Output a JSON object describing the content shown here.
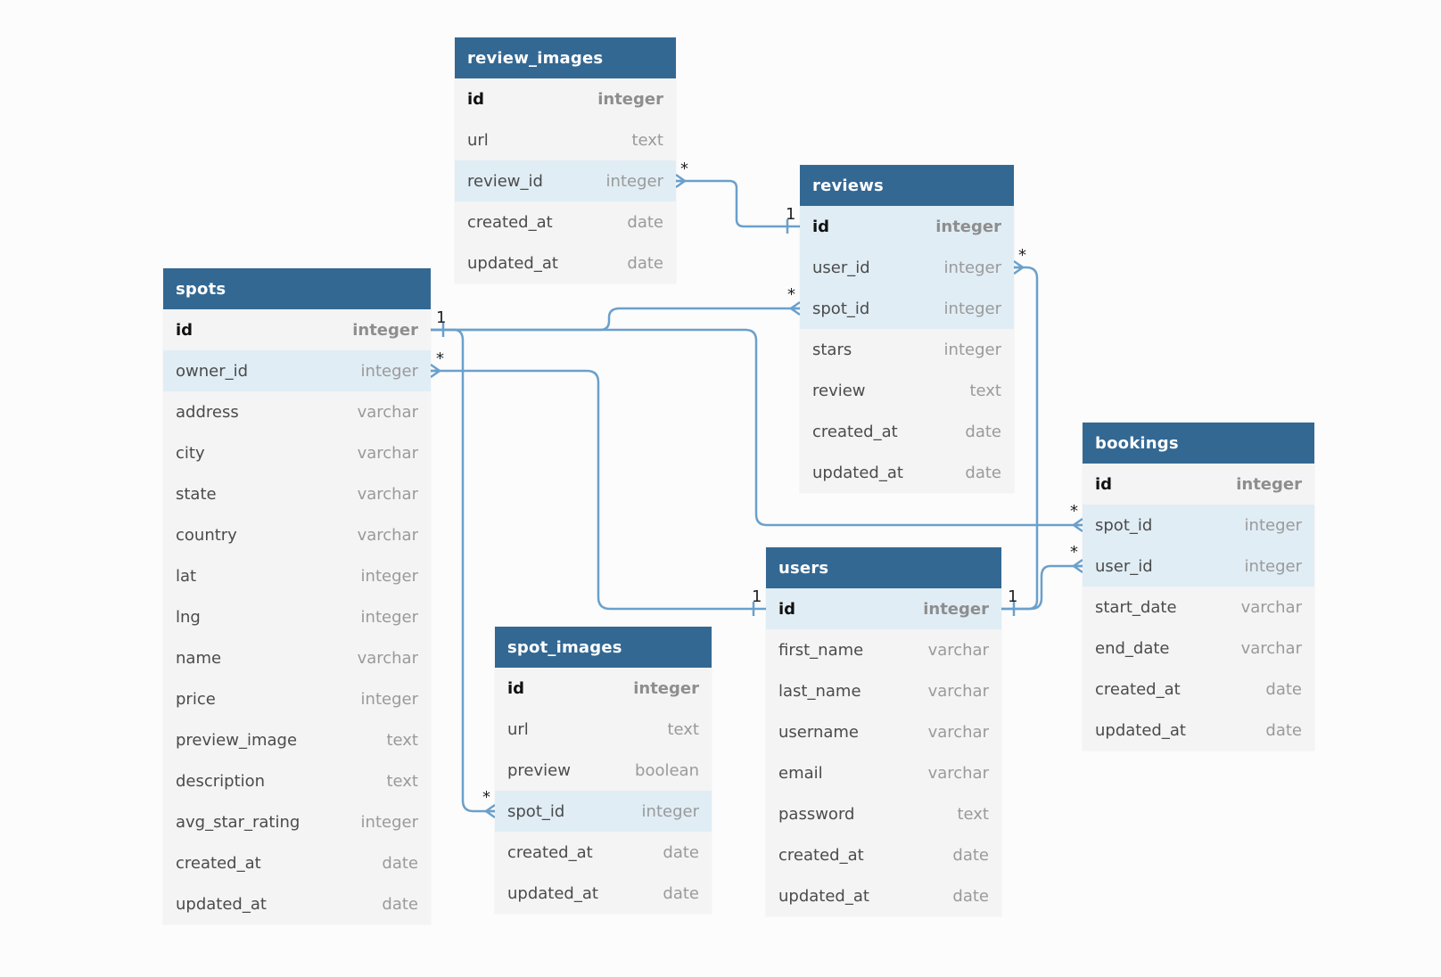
{
  "colors": {
    "header": "#336893",
    "edge": "#6aa0cc",
    "highlight": "#e0edf5",
    "body": "#f4f4f4"
  },
  "tables": [
    {
      "id": "review_images",
      "name": "review_images",
      "columns": [
        {
          "name": "id",
          "type": "integer",
          "pk": true
        },
        {
          "name": "url",
          "type": "text"
        },
        {
          "name": "review_id",
          "type": "integer",
          "fk": true
        },
        {
          "name": "created_at",
          "type": "date"
        },
        {
          "name": "updated_at",
          "type": "date"
        }
      ]
    },
    {
      "id": "reviews",
      "name": "reviews",
      "columns": [
        {
          "name": "id",
          "type": "integer",
          "pk": true,
          "hl": true
        },
        {
          "name": "user_id",
          "type": "integer",
          "fk": true
        },
        {
          "name": "spot_id",
          "type": "integer",
          "fk": true
        },
        {
          "name": "stars",
          "type": "integer"
        },
        {
          "name": "review",
          "type": "text"
        },
        {
          "name": "created_at",
          "type": "date"
        },
        {
          "name": "updated_at",
          "type": "date"
        }
      ]
    },
    {
      "id": "spots",
      "name": "spots",
      "columns": [
        {
          "name": "id",
          "type": "integer",
          "pk": true
        },
        {
          "name": "owner_id",
          "type": "integer",
          "fk": true
        },
        {
          "name": "address",
          "type": "varchar"
        },
        {
          "name": "city",
          "type": "varchar"
        },
        {
          "name": "state",
          "type": "varchar"
        },
        {
          "name": "country",
          "type": "varchar"
        },
        {
          "name": "lat",
          "type": "integer"
        },
        {
          "name": "lng",
          "type": "integer"
        },
        {
          "name": "name",
          "type": "varchar"
        },
        {
          "name": "price",
          "type": "integer"
        },
        {
          "name": "preview_image",
          "type": "text"
        },
        {
          "name": "description",
          "type": "text"
        },
        {
          "name": "avg_star_rating",
          "type": "integer"
        },
        {
          "name": "created_at",
          "type": "date"
        },
        {
          "name": "updated_at",
          "type": "date"
        }
      ]
    },
    {
      "id": "bookings",
      "name": "bookings",
      "columns": [
        {
          "name": "id",
          "type": "integer",
          "pk": true
        },
        {
          "name": "spot_id",
          "type": "integer",
          "fk": true
        },
        {
          "name": "user_id",
          "type": "integer",
          "fk": true
        },
        {
          "name": "start_date",
          "type": "varchar"
        },
        {
          "name": "end_date",
          "type": "varchar"
        },
        {
          "name": "created_at",
          "type": "date"
        },
        {
          "name": "updated_at",
          "type": "date"
        }
      ]
    },
    {
      "id": "users",
      "name": "users",
      "columns": [
        {
          "name": "id",
          "type": "integer",
          "pk": true,
          "hl": true
        },
        {
          "name": "first_name",
          "type": "varchar"
        },
        {
          "name": "last_name",
          "type": "varchar"
        },
        {
          "name": "username",
          "type": "varchar"
        },
        {
          "name": "email",
          "type": "varchar"
        },
        {
          "name": "password",
          "type": "text"
        },
        {
          "name": "created_at",
          "type": "date"
        },
        {
          "name": "updated_at",
          "type": "date"
        }
      ]
    },
    {
      "id": "spot_images",
      "name": "spot_images",
      "columns": [
        {
          "name": "id",
          "type": "integer",
          "pk": true
        },
        {
          "name": "url",
          "type": "text"
        },
        {
          "name": "preview",
          "type": "boolean"
        },
        {
          "name": "spot_id",
          "type": "integer",
          "fk": true
        },
        {
          "name": "created_at",
          "type": "date"
        },
        {
          "name": "updated_at",
          "type": "date"
        }
      ]
    }
  ],
  "relations": [
    {
      "id": "review-images-to-reviews",
      "from": "review_images.review_id",
      "to": "reviews.id",
      "from_card": "*",
      "to_card": "1"
    },
    {
      "id": "reviews-to-users",
      "from": "reviews.user_id",
      "to": "users.id",
      "from_card": "*",
      "to_card": "1"
    },
    {
      "id": "reviews-to-spots",
      "from": "reviews.spot_id",
      "to": "spots.id",
      "from_card": "*",
      "to_card": "1"
    },
    {
      "id": "spots-to-users",
      "from": "spots.owner_id",
      "to": "users.id",
      "from_card": "*",
      "to_card": "1"
    },
    {
      "id": "bookings-spot-to-spots",
      "from": "bookings.spot_id",
      "to": "spots.id",
      "from_card": "*",
      "to_card": ""
    },
    {
      "id": "bookings-user-to-users",
      "from": "bookings.user_id",
      "to": "users.id",
      "from_card": "*",
      "to_card": ""
    },
    {
      "id": "spot-images-to-spots",
      "from": "spot_images.spot_id",
      "to": "spots.id",
      "from_card": "*",
      "to_card": ""
    }
  ]
}
